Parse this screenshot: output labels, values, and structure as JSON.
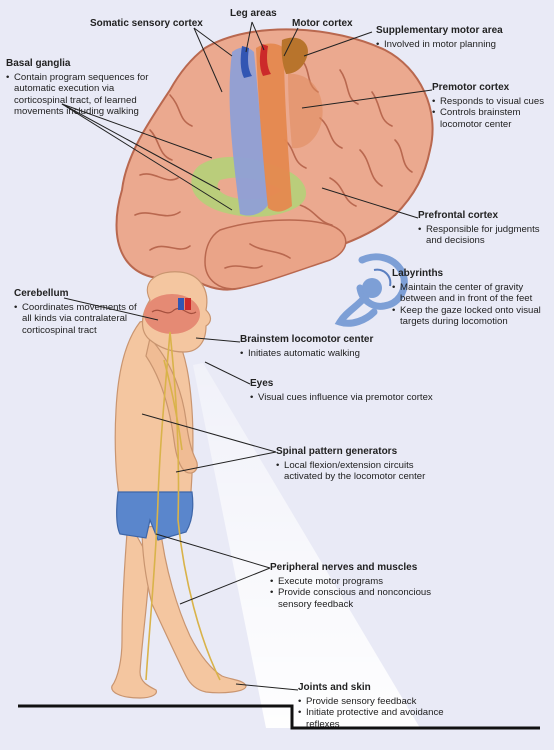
{
  "top_labels": {
    "somatic": "Somatic sensory cortex",
    "leg": "Leg areas",
    "motor": "Motor cortex"
  },
  "supp_motor": {
    "title": "Supplementary motor area",
    "items": [
      "Involved in motor planning"
    ]
  },
  "basal_ganglia": {
    "title": "Basal ganglia",
    "items": [
      "Contain program sequences for automatic execution via corticospinal tract, of learned movements including walking"
    ]
  },
  "premotor": {
    "title": "Premotor cortex",
    "items": [
      "Responds to visual cues",
      "Controls brainstem locomotor center"
    ]
  },
  "prefrontal": {
    "title": "Prefrontal cortex",
    "items": [
      "Responsible for judgments and decisions"
    ]
  },
  "labyrinths": {
    "title": "Labyrinths",
    "items": [
      "Maintain the center of gravity between and in front of the feet",
      "Keep the gaze locked onto visual targets during locomotion"
    ]
  },
  "cerebellum": {
    "title": "Cerebellum",
    "items": [
      "Coordinates movements of all kinds via contralateral corticospinal tract"
    ]
  },
  "brainstem": {
    "title": "Brainstem locomotor center",
    "items": [
      "Initiates automatic walking"
    ]
  },
  "eyes": {
    "title": "Eyes",
    "items": [
      "Visual cues influence via premotor cortex"
    ]
  },
  "spinal": {
    "title": "Spinal pattern generators",
    "items": [
      "Local flexion/extension circuits activated by the locomotor center"
    ]
  },
  "peripheral": {
    "title": "Peripheral nerves and muscles",
    "items": [
      "Execute motor programs",
      "Provide conscious and nonconcious sensory feedback"
    ]
  },
  "joints": {
    "title": "Joints and skin",
    "items": [
      "Provide sensory feedback",
      "Initiate protective and avoidance reflexes"
    ]
  },
  "colors": {
    "background": "#e9eaf6",
    "brain": "#eba98f",
    "brain_fold": "#b9684f",
    "sensory": "#8f9fd6",
    "motor": "#e5884f",
    "supp_motor": "#b8742c",
    "basal": "#b7cf7a",
    "leg_red": "#cc2a2a",
    "leg_blue": "#3256b3",
    "skin": "#f4c6a0",
    "shorts": "#5a86cc",
    "nerve": "#d9b34a",
    "labyrinth": "#7d9fd6"
  }
}
